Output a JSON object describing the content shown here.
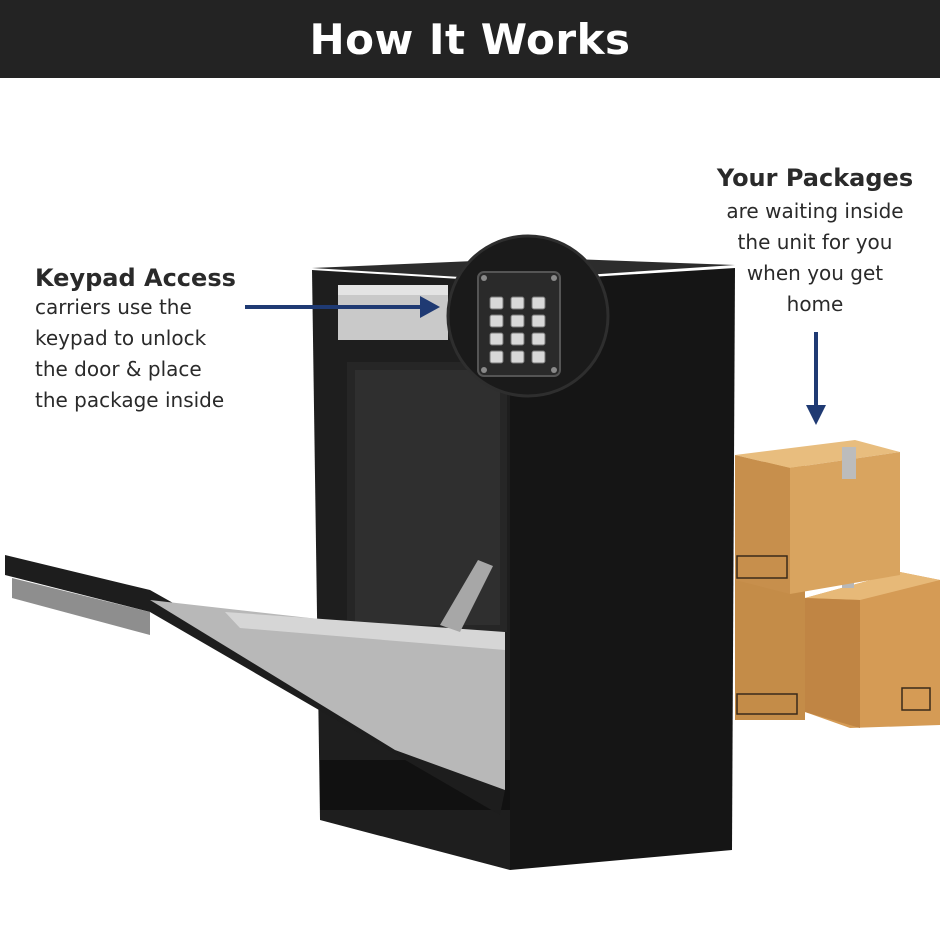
{
  "header": {
    "title": "How It Works"
  },
  "keypad_callout": {
    "title": "Keypad Access",
    "lines": [
      "carriers use the",
      "keypad to unlock",
      "the door & place",
      "the package inside"
    ]
  },
  "packages_callout": {
    "title": "Your Packages",
    "lines": [
      "are waiting inside",
      "the unit for you",
      "when you get",
      "home"
    ]
  },
  "colors": {
    "header_bg": "#232323",
    "arrow": "#1f3a73",
    "box": "#d9a45f",
    "unit": "#1c1c1c"
  }
}
